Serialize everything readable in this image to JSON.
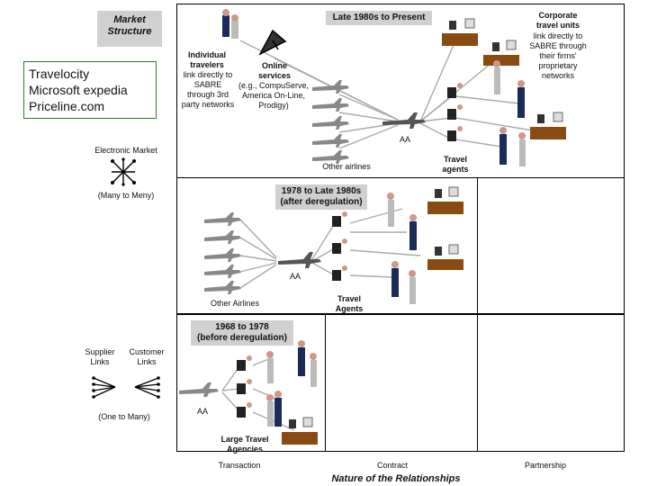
{
  "market_structure": {
    "line1": "Market",
    "line2": "Structure"
  },
  "callout": {
    "lines": [
      "Travelocity",
      "Microsoft expedia",
      "Priceline.com"
    ]
  },
  "left": {
    "electronic_market": "Electronic Market",
    "many_to_many": "(Many to Meny)",
    "supplier_links_1": "Supplier",
    "supplier_links_2": "Links",
    "customer_links_1": "Customer",
    "customer_links_2": "Links",
    "one_to_many": "(One to Many)"
  },
  "eras": {
    "top": {
      "title": "Late 1980s to Present"
    },
    "middle": {
      "title_1": "1978 to Late 1980s",
      "title_2": "(after deregulation)"
    },
    "bottom": {
      "title_1": "1968 to 1978",
      "title_2": "(before deregulation)"
    }
  },
  "top_labels": {
    "individual": [
      "Individual",
      "travelers"
    ],
    "individual_sub": [
      "link directly to",
      "SABRE",
      "through 3rd",
      "party networks"
    ],
    "online": [
      "Online",
      "services"
    ],
    "online_sub": [
      "(e.g., CompuServe,",
      "America On-Line,",
      "Prodigy)"
    ],
    "aa": "AA",
    "other_airlines": "Other airlines",
    "travel_agents": [
      "Travel",
      "agents"
    ],
    "corporate": [
      "Corporate",
      "travel units"
    ],
    "corporate_sub": [
      "link directly to",
      "SABRE  through",
      "their firms'",
      "proprietary",
      "networks"
    ]
  },
  "middle_labels": {
    "other_airlines": "Other Airlines",
    "aa": "AA",
    "travel_agents": [
      "Travel",
      "Agents"
    ]
  },
  "bottom_labels": {
    "aa": "AA",
    "large_agencies": [
      "Large Travel",
      "Agencies"
    ]
  },
  "x_axis": {
    "ticks": [
      "Transaction",
      "Contract",
      "Partnership"
    ],
    "title": "Nature of the Relationships"
  }
}
